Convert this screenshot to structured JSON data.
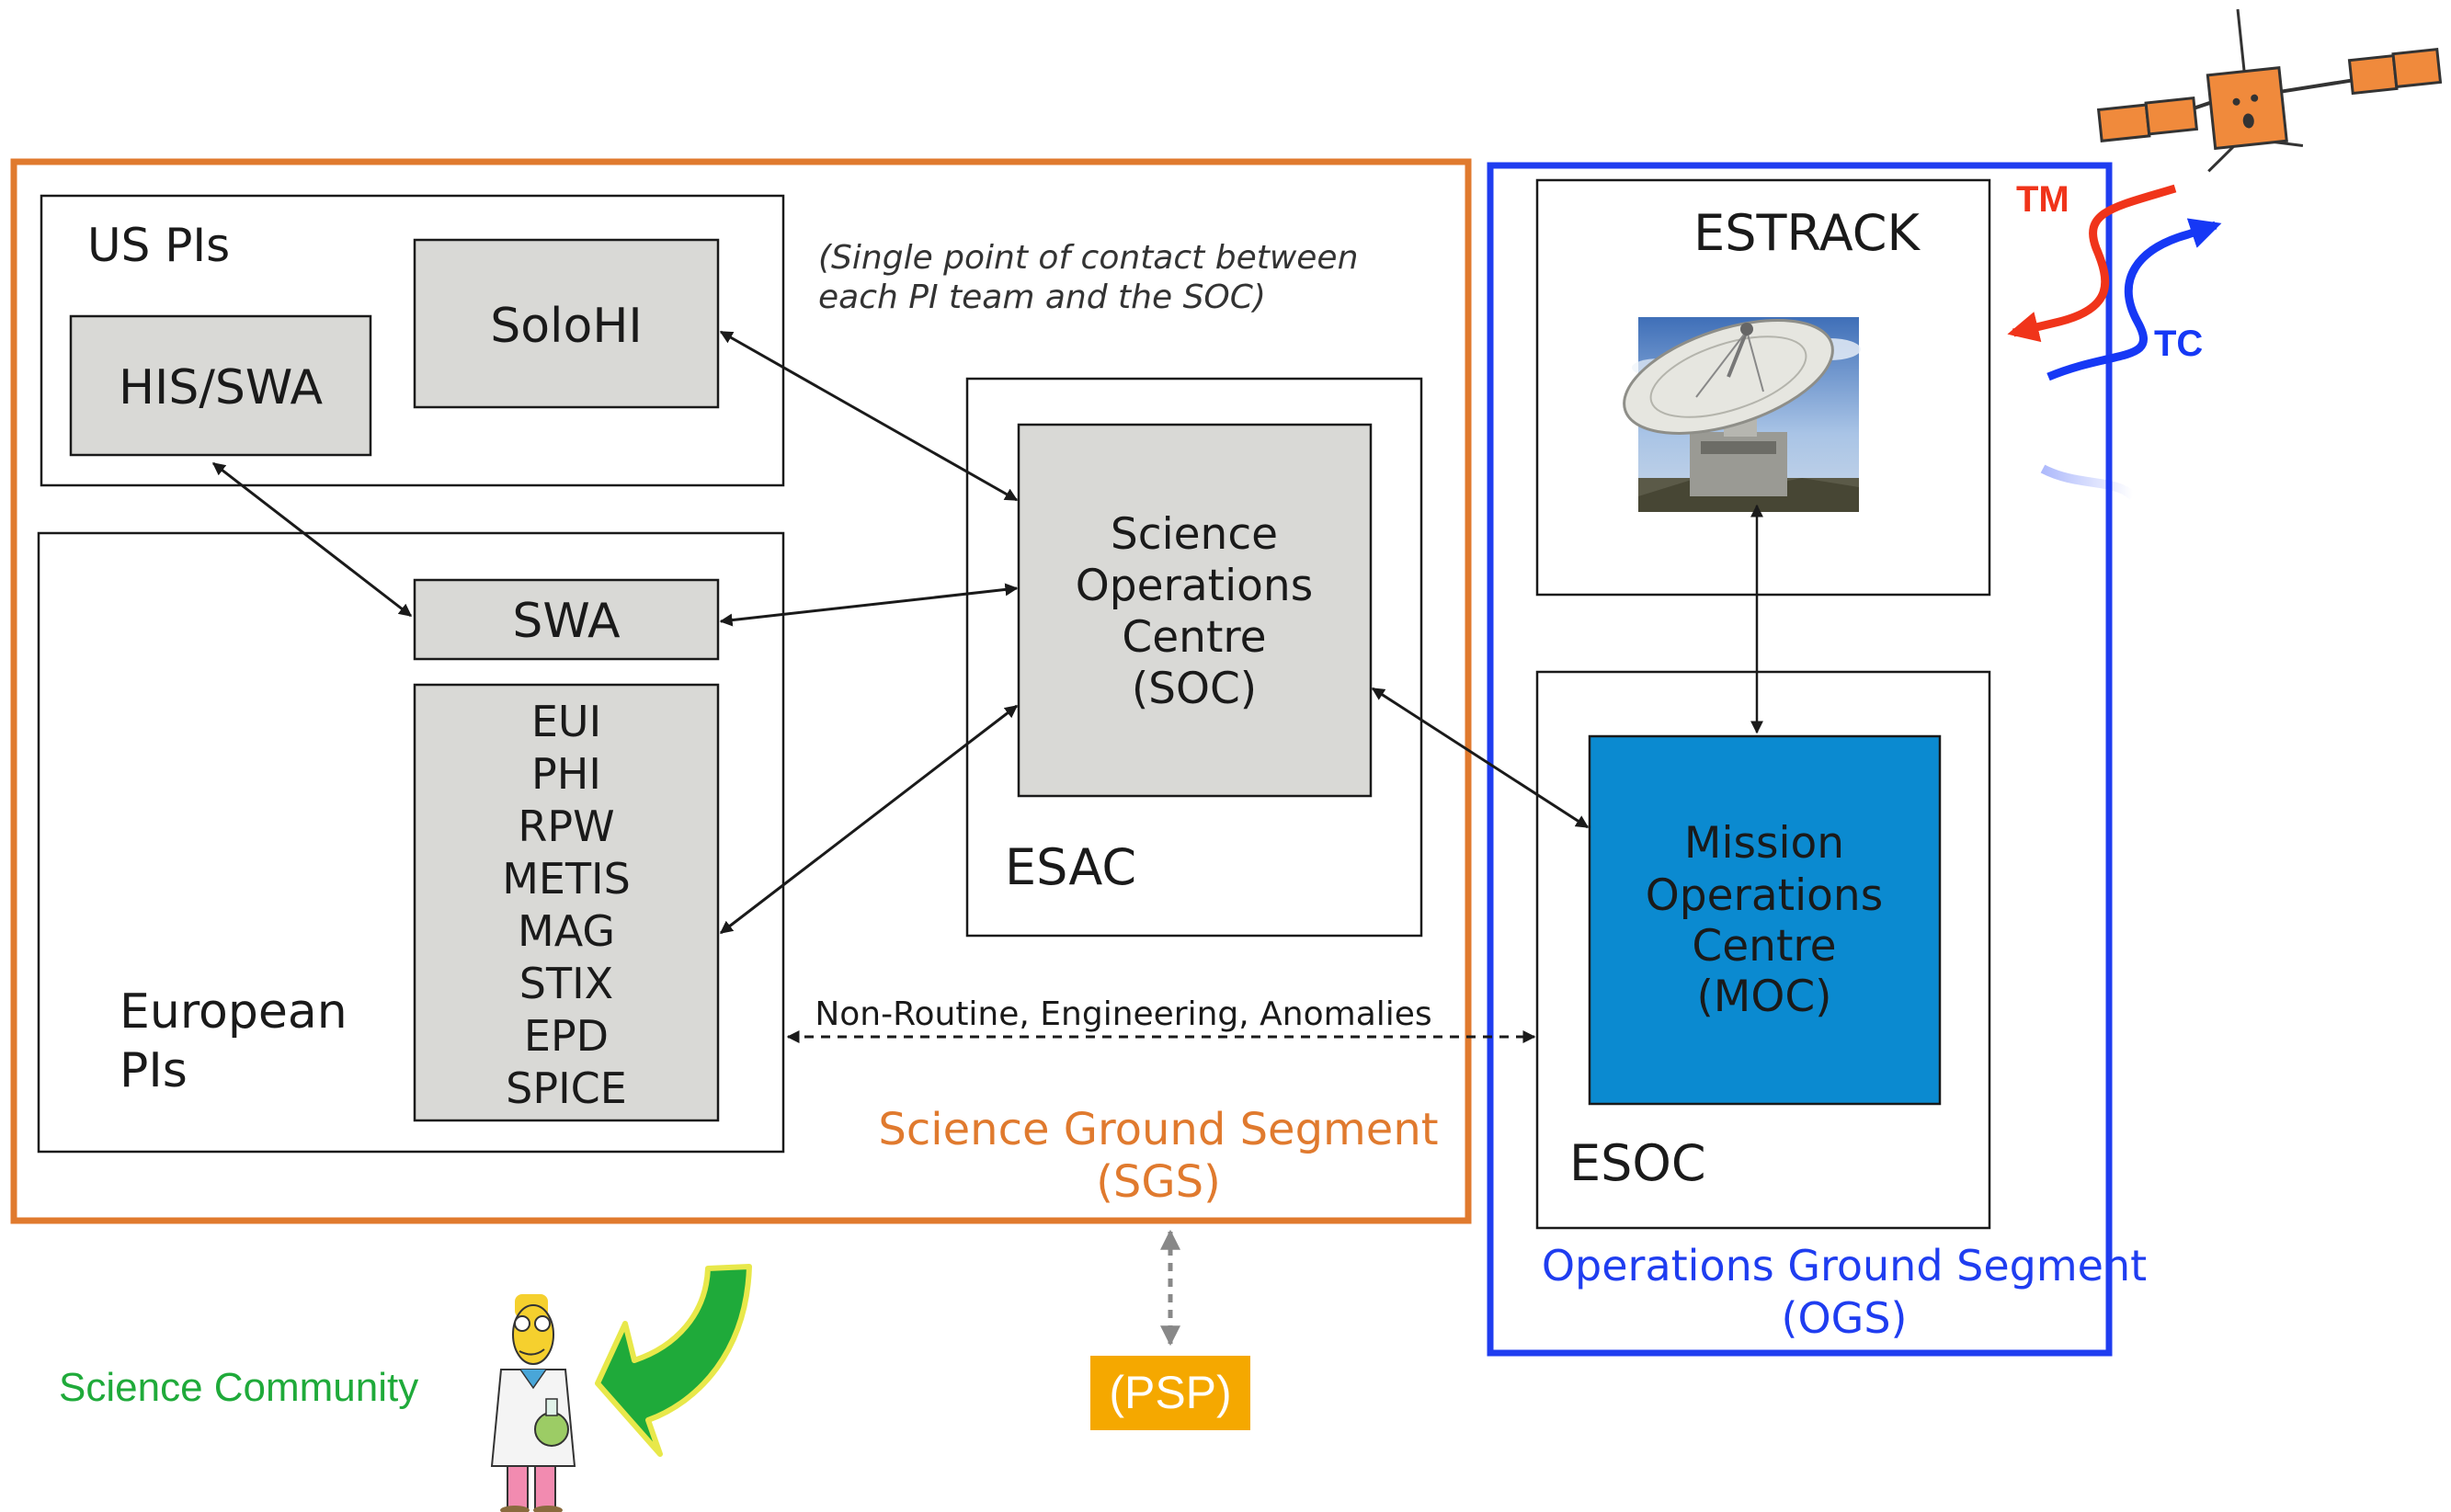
{
  "sgs": {
    "title_line1": "Science Ground Segment",
    "title_line2": "(SGS)",
    "color": "#e07a2e"
  },
  "ogs": {
    "title_line1": "Operations Ground Segment",
    "title_line2": "(OGS)",
    "color": "#1f3df0"
  },
  "us_pis": {
    "label": "US PIs",
    "his_swa": "HIS/SWA",
    "solohi": "SoloHI"
  },
  "european_pis": {
    "label_line1": "European",
    "label_line2": "PIs",
    "swa": "SWA",
    "instruments": [
      "EUI",
      "PHI",
      "RPW",
      "METIS",
      "MAG",
      "STIX",
      "EPD",
      "SPICE"
    ]
  },
  "note": {
    "line1": "(Single point of contact between",
    "line2": "each PI team and the SOC)"
  },
  "esac": {
    "label": "ESAC",
    "soc_lines": [
      "Science",
      "Operations",
      "Centre",
      "(SOC)"
    ]
  },
  "estrack": {
    "label": "ESTRACK"
  },
  "esoc": {
    "label": "ESOC",
    "moc_lines": [
      "Mission",
      "Operations",
      "Centre",
      "(MOC)"
    ],
    "moc_color": "#0b8ad0"
  },
  "links": {
    "non_routine": "Non-Routine, Engineering, Anomalies",
    "tm": "TM",
    "tc": "TC",
    "tm_color": "#f0341a",
    "tc_color": "#1638f5"
  },
  "science_community": {
    "label": "Science Community",
    "color": "#1faa3a"
  },
  "psp": {
    "label": "(PSP)",
    "color": "#f5a800"
  },
  "colors": {
    "box_fill": "#d9d9d6",
    "line": "#1a1a1a"
  }
}
